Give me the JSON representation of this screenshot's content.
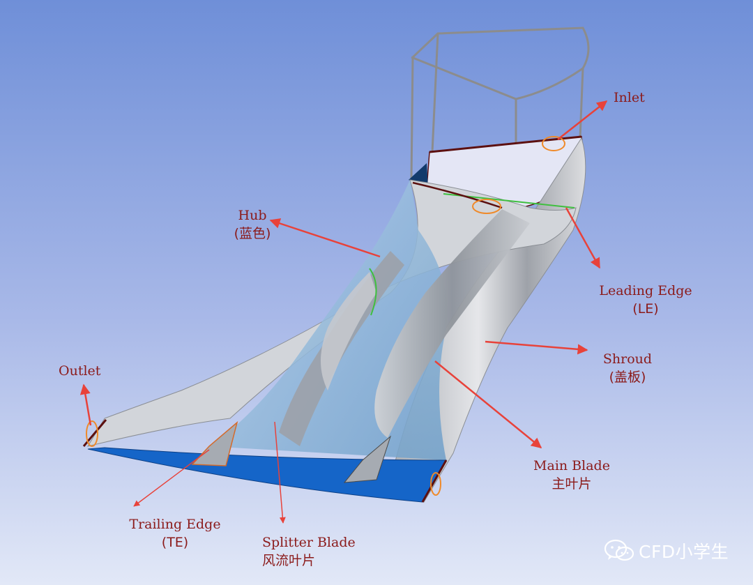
{
  "colors": {
    "bg_top": "#6f8fd8",
    "bg_bottom": "#e2e8f7",
    "label_text": "#8b1a1a",
    "arrow": "#e8423a",
    "hub_blue": "#1565c8",
    "blade_grey": "#b7bcc4",
    "wireframe": "#8c8c8c",
    "highlight_orange": "#ef8a2a"
  },
  "labels": {
    "inlet": {
      "line1": "Inlet"
    },
    "hub": {
      "line1": "Hub",
      "line2": "(蓝色)"
    },
    "leading_edge": {
      "line1": "Leading Edge",
      "line2": "(LE)"
    },
    "shroud": {
      "line1": "Shroud",
      "line2": "(盖板)"
    },
    "outlet": {
      "line1": "Outlet"
    },
    "main_blade": {
      "line1": "Main Blade",
      "line2": "主叶片"
    },
    "trailing_edge": {
      "line1": "Trailing Edge",
      "line2": "(TE)"
    },
    "splitter_blade": {
      "line1": "Splitter Blade",
      "line2": "风流叶片"
    }
  },
  "watermark": {
    "icon": "wechat-icon",
    "text": "CFD小学生"
  }
}
